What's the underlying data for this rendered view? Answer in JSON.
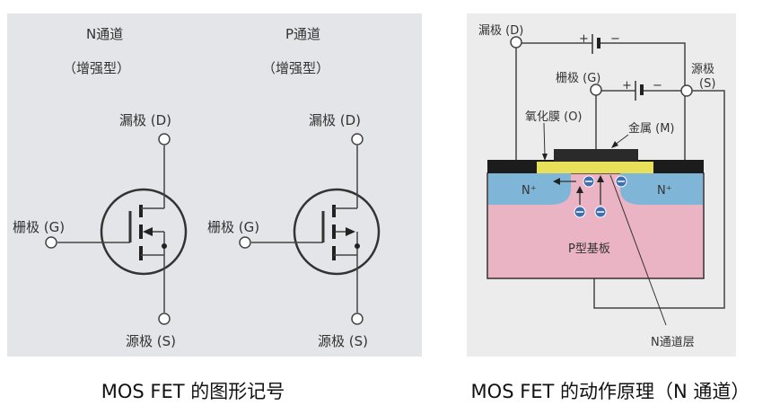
{
  "left_diagram": {
    "n_channel": {
      "title": "N通道",
      "subtitle": "（增强型）",
      "drain": "漏极 (D)",
      "gate": "栅极 (G)",
      "source": "源极 (S)"
    },
    "p_channel": {
      "title": "P通道",
      "subtitle": "（增强型）",
      "drain": "漏极 (D)",
      "gate": "栅极 (G)",
      "source": "源极 (S)"
    },
    "caption": "MOS FET 的图形记号"
  },
  "right_diagram": {
    "drain": "漏极 (D)",
    "gate": "栅极 (G)",
    "source_1": "源极",
    "source_2": "(S)",
    "plus": "+",
    "minus": "−",
    "oxide": "氧化膜 (O)",
    "metal": "金属 (M)",
    "n_plus": "N⁺",
    "substrate": "P型基板",
    "channel": "N通道层",
    "caption": "MOS FET 的动作原理（N 通道）"
  },
  "colors": {
    "oxide": "#e8df5a",
    "n_region": "#7fb6d8",
    "p_substrate": "#eab4c4",
    "electron": "#3f6fb0"
  }
}
